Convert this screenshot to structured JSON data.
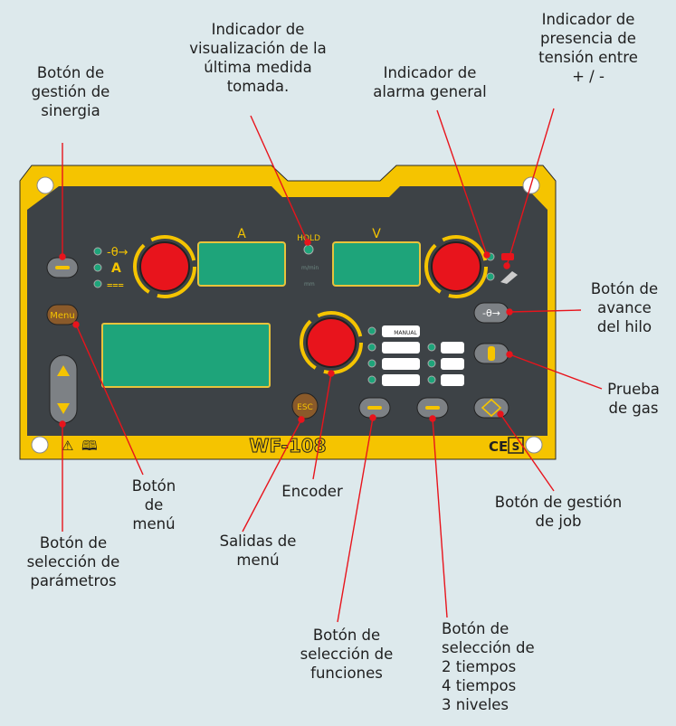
{
  "callouts": {
    "sinergia": "Botón de\ngestión de\nsinergia",
    "last_measure": "Indicador de\nvisualización de la\núltima medida\ntomada.",
    "alarm": "Indicador de\nalarma general",
    "voltage": "Indicador de\npresencia de\ntensión entre\n+ / -",
    "wire_feed": "Botón de\navance\ndel hilo",
    "gas_test": "Prueba\nde gas",
    "menu_button": "Botón\nde\nmenú",
    "encoder": "Encoder",
    "job": "Botón de gestión\nde job",
    "param_select": "Botón de\nselección de\nparámetros",
    "menu_exit": "Salidas de\nmenú",
    "function_select": "Botón de\nselección de\nfunciones",
    "mode_select": "Botón de\nselección de\n2 tiempos\n4 tiempos\n3 niveles"
  },
  "panel": {
    "display_a_label": "A",
    "display_v_label": "V",
    "hold_label": "HOLD",
    "small_label_1": "m/min",
    "small_label_2": "mm",
    "menu_label": "Menu",
    "esc_label": "ESC",
    "model": "WF-108",
    "manual_label": "MANUAL",
    "ce_mark": "CE",
    "s_mark": "S",
    "param_a_label": "A",
    "colors": {
      "frame": "#f5c400",
      "panel": "#3d4246",
      "lcd": "#1ea47a",
      "knob": "#e8141c",
      "button": "#7d8185",
      "background": "#dde9ec"
    }
  }
}
